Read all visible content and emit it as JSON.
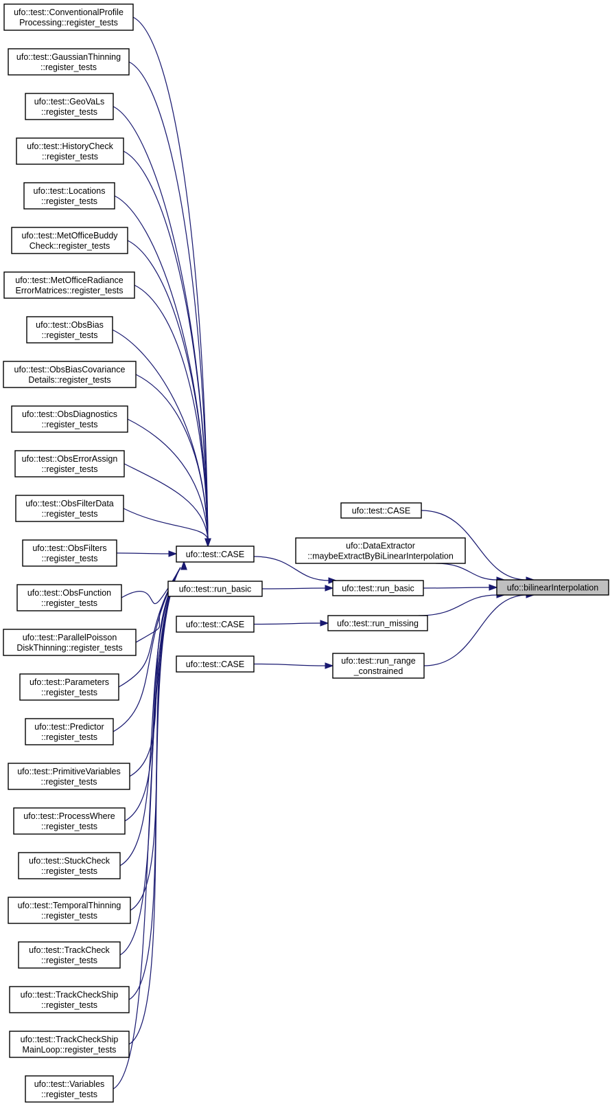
{
  "graph": {
    "root": {
      "id": "bilinear",
      "lines": [
        "ufo::bilinearInterpolation"
      ]
    },
    "nodes": [
      {
        "id": "l1",
        "lines": [
          "ufo::test::ConventionalProfile",
          "Processing::register_tests"
        ]
      },
      {
        "id": "l2",
        "lines": [
          "ufo::test::GaussianThinning",
          "::register_tests"
        ]
      },
      {
        "id": "l3",
        "lines": [
          "ufo::test::GeoVaLs",
          "::register_tests"
        ]
      },
      {
        "id": "l4",
        "lines": [
          "ufo::test::HistoryCheck",
          "::register_tests"
        ]
      },
      {
        "id": "l5",
        "lines": [
          "ufo::test::Locations",
          "::register_tests"
        ]
      },
      {
        "id": "l6",
        "lines": [
          "ufo::test::MetOfficeBuddy",
          "Check::register_tests"
        ]
      },
      {
        "id": "l7",
        "lines": [
          "ufo::test::MetOfficeRadiance",
          "ErrorMatrices::register_tests"
        ]
      },
      {
        "id": "l8",
        "lines": [
          "ufo::test::ObsBias",
          "::register_tests"
        ]
      },
      {
        "id": "l9",
        "lines": [
          "ufo::test::ObsBiasCovariance",
          "Details::register_tests"
        ]
      },
      {
        "id": "l10",
        "lines": [
          "ufo::test::ObsDiagnostics",
          "::register_tests"
        ]
      },
      {
        "id": "l11",
        "lines": [
          "ufo::test::ObsErrorAssign",
          "::register_tests"
        ]
      },
      {
        "id": "l12",
        "lines": [
          "ufo::test::ObsFilterData",
          "::register_tests"
        ]
      },
      {
        "id": "l13",
        "lines": [
          "ufo::test::ObsFilters",
          "::register_tests"
        ]
      },
      {
        "id": "l14",
        "lines": [
          "ufo::test::ObsFunction",
          "::register_tests"
        ]
      },
      {
        "id": "l15",
        "lines": [
          "ufo::test::ParallelPoisson",
          "DiskThinning::register_tests"
        ]
      },
      {
        "id": "l16",
        "lines": [
          "ufo::test::Parameters",
          "::register_tests"
        ]
      },
      {
        "id": "l17",
        "lines": [
          "ufo::test::Predictor",
          "::register_tests"
        ]
      },
      {
        "id": "l18",
        "lines": [
          "ufo::test::PrimitiveVariables",
          "::register_tests"
        ]
      },
      {
        "id": "l19",
        "lines": [
          "ufo::test::ProcessWhere",
          "::register_tests"
        ]
      },
      {
        "id": "l20",
        "lines": [
          "ufo::test::StuckCheck",
          "::register_tests"
        ]
      },
      {
        "id": "l21",
        "lines": [
          "ufo::test::TemporalThinning",
          "::register_tests"
        ]
      },
      {
        "id": "l22",
        "lines": [
          "ufo::test::TrackCheck",
          "::register_tests"
        ]
      },
      {
        "id": "l23",
        "lines": [
          "ufo::test::TrackCheckShip",
          "::register_tests"
        ]
      },
      {
        "id": "l24",
        "lines": [
          "ufo::test::TrackCheckShip",
          "MainLoop::register_tests"
        ]
      },
      {
        "id": "l25",
        "lines": [
          "ufo::test::Variables",
          "::register_tests"
        ]
      },
      {
        "id": "caseMain",
        "lines": [
          "ufo::test::CASE"
        ]
      },
      {
        "id": "runBasicLeft",
        "lines": [
          "ufo::test::run_basic"
        ]
      },
      {
        "id": "case2",
        "lines": [
          "ufo::test::CASE"
        ]
      },
      {
        "id": "case3",
        "lines": [
          "ufo::test::CASE"
        ]
      },
      {
        "id": "caseTop",
        "lines": [
          "ufo::test::CASE"
        ]
      },
      {
        "id": "dataExtractor",
        "lines": [
          "ufo::DataExtractor",
          "::maybeExtractByBiLinearInterpolation"
        ]
      },
      {
        "id": "runBasic",
        "lines": [
          "ufo::test::run_basic"
        ]
      },
      {
        "id": "runMissing",
        "lines": [
          "ufo::test::run_missing"
        ]
      },
      {
        "id": "runRange",
        "lines": [
          "ufo::test::run_range",
          "_constrained"
        ]
      }
    ],
    "edges": [
      [
        "caseTop",
        "bilinear"
      ],
      [
        "dataExtractor",
        "bilinear"
      ],
      [
        "runBasic",
        "bilinear"
      ],
      [
        "runMissing",
        "bilinear"
      ],
      [
        "runRange",
        "bilinear"
      ],
      [
        "caseMain",
        "runBasic"
      ],
      [
        "runBasicLeft",
        "runBasic"
      ],
      [
        "case2",
        "runMissing"
      ],
      [
        "case3",
        "runRange"
      ],
      [
        "l1",
        "caseMain"
      ],
      [
        "l2",
        "caseMain"
      ],
      [
        "l3",
        "caseMain"
      ],
      [
        "l4",
        "caseMain"
      ],
      [
        "l5",
        "caseMain"
      ],
      [
        "l6",
        "caseMain"
      ],
      [
        "l7",
        "caseMain"
      ],
      [
        "l8",
        "caseMain"
      ],
      [
        "l9",
        "caseMain"
      ],
      [
        "l10",
        "caseMain"
      ],
      [
        "l11",
        "caseMain"
      ],
      [
        "l12",
        "caseMain"
      ],
      [
        "l13",
        "caseMain"
      ],
      [
        "l14",
        "caseMain"
      ],
      [
        "l15",
        "caseMain"
      ],
      [
        "l16",
        "caseMain"
      ],
      [
        "l17",
        "caseMain"
      ],
      [
        "l18",
        "caseMain"
      ],
      [
        "l19",
        "caseMain"
      ],
      [
        "l20",
        "caseMain"
      ],
      [
        "l21",
        "caseMain"
      ],
      [
        "l22",
        "caseMain"
      ],
      [
        "l23",
        "caseMain"
      ],
      [
        "l24",
        "caseMain"
      ],
      [
        "l25",
        "caseMain"
      ]
    ],
    "colors": {
      "edge": "#191970",
      "root_fill": "#bfbfbf",
      "node_fill": "#ffffff",
      "node_border": "#000000"
    }
  }
}
